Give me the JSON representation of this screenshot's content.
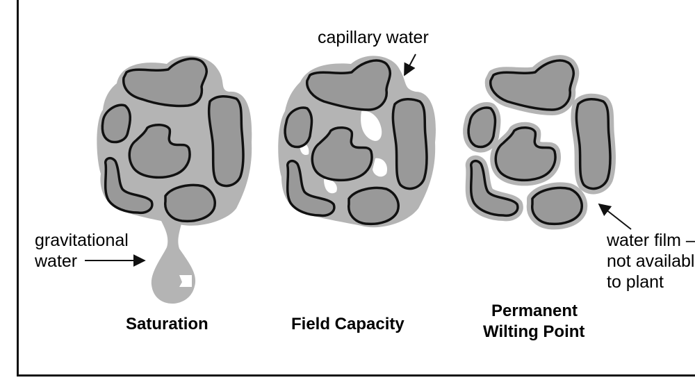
{
  "colors": {
    "water": "#b4b4b4",
    "particle": "#999999",
    "outline": "#111111",
    "background": "#ffffff"
  },
  "annotations": {
    "capillary_water": "capillary water",
    "gravitational_water": [
      "gravitational",
      "water"
    ],
    "water_film": [
      "water film –",
      "not available",
      "to plant"
    ]
  },
  "captions": {
    "saturation": "Saturation",
    "field_capacity": "Field Capacity",
    "wilting_point": [
      "Permanent",
      "Wilting Point"
    ]
  },
  "panels": [
    {
      "name": "Saturation",
      "water_state": "pores fully filled, gravitational water draining"
    },
    {
      "name": "Field Capacity",
      "water_state": "capillary water held in small pores"
    },
    {
      "name": "Permanent Wilting Point",
      "water_state": "thin water film only"
    }
  ]
}
